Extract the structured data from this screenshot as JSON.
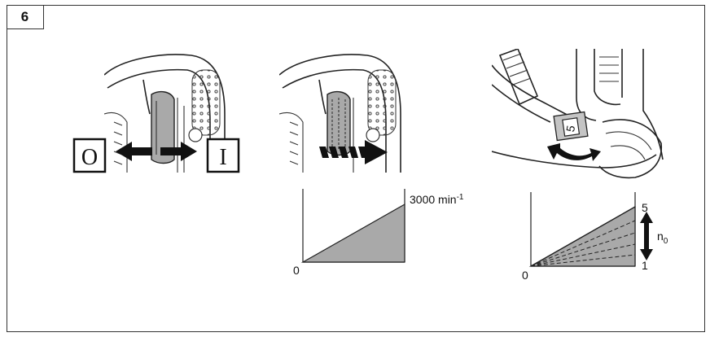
{
  "figure_number": "6",
  "panel1": {
    "off_symbol": "O",
    "on_symbol": "I"
  },
  "panel2": {
    "graph": {
      "origin_label": "0",
      "max_label_text": "3000 min",
      "max_label_exp": "-1"
    }
  },
  "panel3": {
    "wheel_digit": "5",
    "graph": {
      "origin_label": "0",
      "top_label": "5",
      "bottom_label": "1",
      "speed_label_base": "n",
      "speed_label_sub": "0"
    }
  },
  "colors": {
    "fill_gray": "#a9a9a9",
    "line": "#222222"
  }
}
